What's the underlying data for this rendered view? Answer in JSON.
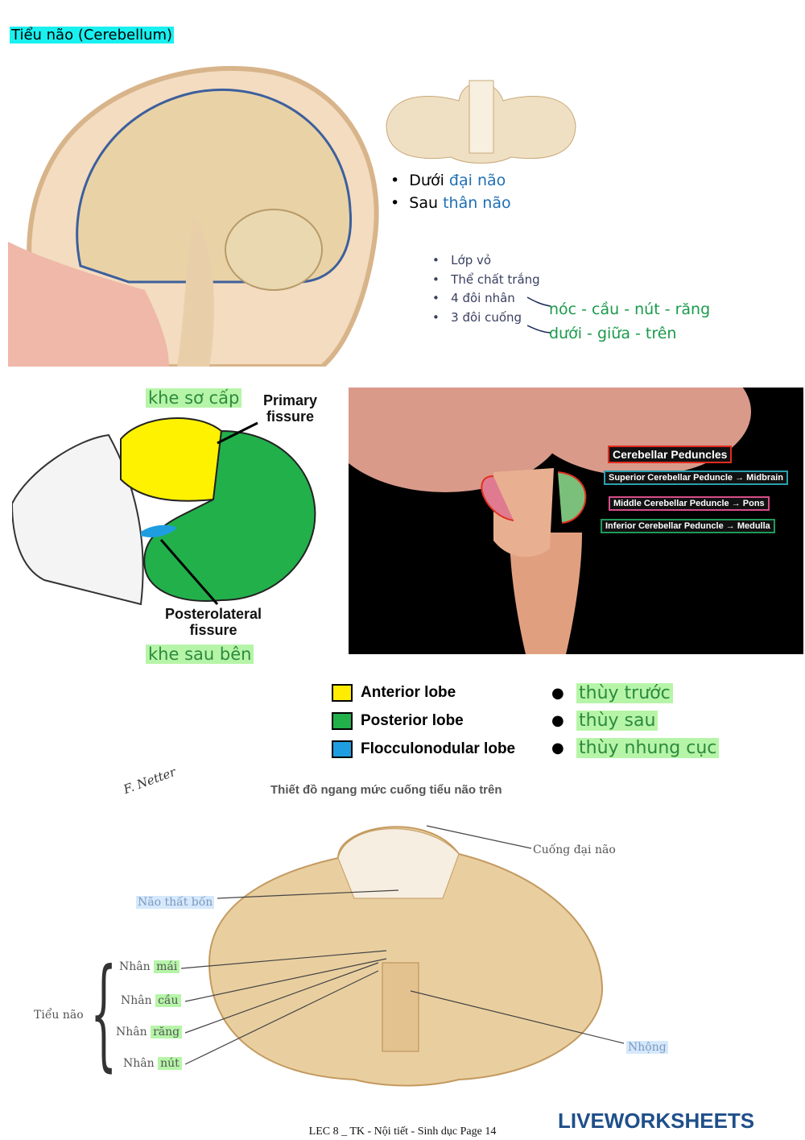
{
  "title": "Tiểu não (Cerebellum)",
  "location": [
    {
      "prefix": "Dưới ",
      "term": "đại não"
    },
    {
      "prefix": "Sau ",
      "term": "thân não"
    }
  ],
  "structure": [
    "Lớp vỏ",
    "Thể chất trắng",
    "4 đôi nhân",
    "3 đôi cuống"
  ],
  "nuclei_note": "nóc - cầu - nút - răng",
  "peduncles_note": "dưới - giữa - trên",
  "lobe_diagram": {
    "khe_so_cap": "khe sơ cấp",
    "primary_fissure": "Primary fissure",
    "posterolateral_fissure": "Posterolateral fissure",
    "khe_sau_ben": "khe sau bên"
  },
  "peduncle_image": {
    "heading": "Cerebellar Peduncles",
    "superior": "Superior Cerebellar Peduncle → Midbrain",
    "middle": "Middle Cerebellar Peduncle → Pons",
    "inferior": "Inferior Cerebellar Peduncle → Medulla"
  },
  "legend": [
    {
      "label": "Anterior lobe",
      "color": "#ffec00",
      "vi": "thùy trước"
    },
    {
      "label": "Posterior lobe",
      "color": "#22b04b",
      "vi": "thùy sau"
    },
    {
      "label": "Flocculonodular lobe",
      "color": "#1e9ee0",
      "vi": "thùy nhung cục"
    }
  ],
  "section": {
    "title": "Thiết đồ ngang mức cuống tiểu não trên",
    "cuong_dai_nao": "Cuống đại não",
    "nao_that_bon": "Não thất bốn",
    "tieu_nao": "Tiểu não",
    "nhan": "Nhân",
    "nuclei": [
      "mái",
      "cầu",
      "răng",
      "nút"
    ],
    "nhong": "Nhộng",
    "signature": "F. Netter"
  },
  "footer": "LEC 8 _ TK - Nội tiết - Sinh dục Page 14",
  "logo": "LIVEWORKSHEETS"
}
